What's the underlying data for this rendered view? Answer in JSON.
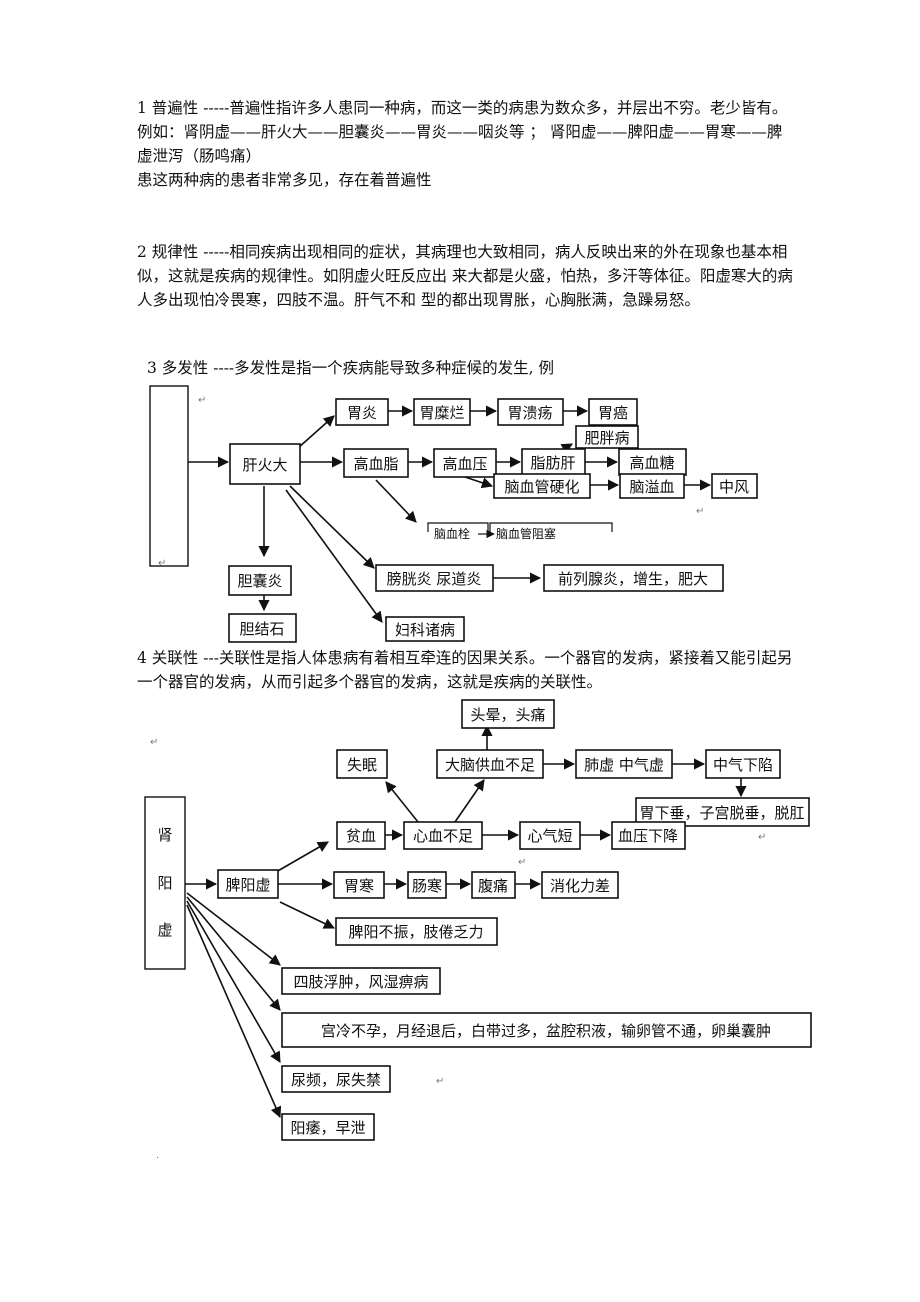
{
  "sec1": {
    "lead": "1 普遍性 -----普遍性指许多人患同一种病，而这一类的病患为数众多，并层出不穷。老少皆有。",
    "example": "例如：肾阴虚——肝火大——胆囊炎——胃炎——咽炎等 ；  肾阳虚——脾阳虚——胃寒——脾虚泄泻（肠鸣痛）",
    "summary": "患这两种病的患者非常多见，存在着普遍性"
  },
  "sec2": {
    "text": "2 规律性 -----相同疾病出现相同的症状，其病理也大致相同，病人反映出来的外在现象也基本相似，这就是疾病的规律性。如阴虚火旺反应出 来大都是火盛，怕热，多汗等体征。阳虚寒大的病人多出现怕冷畏寒，四肢不温。肝气不和 型的都出现胃胀，心胸胀满，急躁易怒。"
  },
  "sec3": {
    "heading": "3 多发性 ----多发性是指一个疾病能导致多种症候的发生, 例",
    "nodes": {
      "gan": "肝火大",
      "weiyan": "胃炎",
      "weimilan": "胃糜烂",
      "weikuiyang": "胃溃疡",
      "weiai": "胃癌",
      "feipang": "肥胖病",
      "gaoxuezhi": "高血脂",
      "gaoxueya": "高血压",
      "zhifanggan": "脂肪肝",
      "gaoxuetang": "高血糖",
      "naoxueguan": "脑血管硬化",
      "naoyixue": "脑溢血",
      "zhongfeng": "中风",
      "naoxueshuan": "脑血栓",
      "naozusai": "脑血管阻塞",
      "dannang": "胆囊炎",
      "danjieshi": "胆结石",
      "pangguang": "膀胱炎  尿道炎",
      "qianliexian": "前列腺炎，增生，肥大",
      "fuke": "妇科诸病"
    }
  },
  "sec4": {
    "heading": "4 关联性   ---关联性是指人体患病有着相互牵连的因果关系。一个器官的发病，紧接着又能引起另一个器官的发病，从而引起多个器官的发病，这就是疾病的关联性。",
    "nodes": {
      "shen": "肾",
      "yang": "阳",
      "xu": "虚",
      "touyun": "头晕，头痛",
      "shimian": "失眠",
      "danao": "大脑供血不足",
      "feixu": "肺虚  中气虚",
      "zhongqi": "中气下陷",
      "weixiachui": "胃下垂，子宫脱垂，脱肛",
      "pinxue": "贫血",
      "xinxue": "心血不足",
      "xinqi": "心气短",
      "xueyaxia": "血压下降",
      "piyang": "脾阳虚",
      "weihan": "胃寒",
      "changhan": "肠寒",
      "futong": "腹痛",
      "xiaohua": "消化力差",
      "pibuzhen": "脾阳不振，肢倦乏力",
      "sizhi": "四肢浮肿，风湿痹病",
      "gongleng": "宫冷不孕，月经退后，白带过多，盆腔积液，输卵管不通，卵巢囊肿",
      "niaopin": "尿频，尿失禁",
      "yangwei": "阳痿，早泄"
    }
  }
}
